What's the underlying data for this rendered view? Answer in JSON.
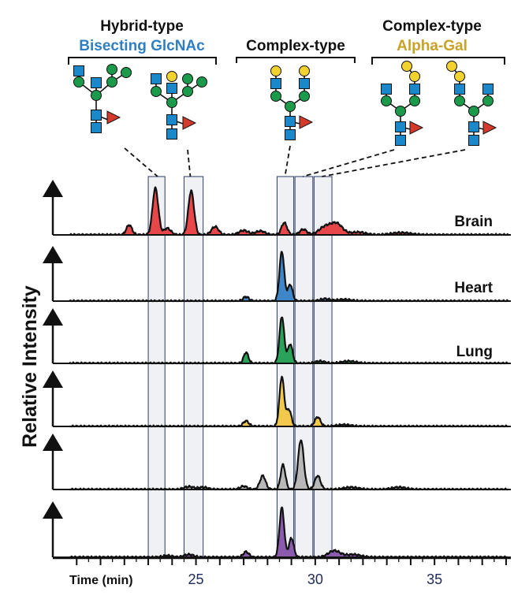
{
  "chart_data": {
    "type": "line",
    "ylabel": "Relative Intensity",
    "xlabel": "Time (min)",
    "xlim": [
      19.0,
      38.2
    ],
    "x_ticks": [
      25,
      30,
      35
    ],
    "highlight_windows": [
      [
        23.0,
        23.7
      ],
      [
        24.5,
        25.3
      ],
      [
        28.4,
        29.1
      ],
      [
        29.15,
        29.9
      ],
      [
        29.95,
        30.7
      ]
    ],
    "group_labels": [
      {
        "line1": "Hybrid-type",
        "line2": "Bisecting GlcNAc"
      },
      {
        "line1": "Complex-type",
        "line2": ""
      },
      {
        "line1": "Complex-type",
        "line2": "Alpha-Gal"
      }
    ],
    "series": [
      {
        "name": "Brain",
        "color": "#e8474a",
        "peaks": [
          [
            22.2,
            0.18,
            0.12
          ],
          [
            23.3,
            0.85,
            0.12
          ],
          [
            23.8,
            0.12,
            0.15
          ],
          [
            24.8,
            0.8,
            0.12
          ],
          [
            25.8,
            0.15,
            0.15
          ],
          [
            27.0,
            0.08,
            0.2
          ],
          [
            27.7,
            0.07,
            0.2
          ],
          [
            28.7,
            0.22,
            0.12
          ],
          [
            29.5,
            0.1,
            0.15
          ],
          [
            30.4,
            0.14,
            0.25
          ],
          [
            30.9,
            0.2,
            0.25
          ],
          [
            31.8,
            0.05,
            0.3
          ],
          [
            33.6,
            0.04,
            0.4
          ]
        ]
      },
      {
        "name": "Heart",
        "color": "#3e86c7",
        "peaks": [
          [
            27.1,
            0.08,
            0.12
          ],
          [
            28.6,
            0.9,
            0.1
          ],
          [
            28.95,
            0.3,
            0.1
          ],
          [
            30.4,
            0.04,
            0.2
          ],
          [
            31.2,
            0.03,
            0.3
          ]
        ]
      },
      {
        "name": "Lung",
        "color": "#2aa25a",
        "peaks": [
          [
            27.1,
            0.2,
            0.1
          ],
          [
            28.6,
            0.85,
            0.1
          ],
          [
            28.95,
            0.35,
            0.1
          ],
          [
            30.2,
            0.04,
            0.2
          ],
          [
            31.4,
            0.04,
            0.3
          ]
        ]
      },
      {
        "name": "",
        "color": "#f2c94c",
        "peaks": [
          [
            27.1,
            0.1,
            0.12
          ],
          [
            28.6,
            0.9,
            0.1
          ],
          [
            28.9,
            0.3,
            0.1
          ],
          [
            30.1,
            0.17,
            0.12
          ],
          [
            31.2,
            0.03,
            0.3
          ]
        ]
      },
      {
        "name": "",
        "color": "#b8b8b8",
        "peaks": [
          [
            24.7,
            0.05,
            0.2
          ],
          [
            25.3,
            0.04,
            0.2
          ],
          [
            27.0,
            0.06,
            0.15
          ],
          [
            27.8,
            0.25,
            0.12
          ],
          [
            28.65,
            0.45,
            0.1
          ],
          [
            29.4,
            0.9,
            0.12
          ],
          [
            30.1,
            0.25,
            0.12
          ],
          [
            31.5,
            0.04,
            0.3
          ],
          [
            33.5,
            0.04,
            0.3
          ]
        ]
      },
      {
        "name": "",
        "color": "#8b5cae",
        "peaks": [
          [
            23.8,
            0.03,
            0.2
          ],
          [
            24.7,
            0.05,
            0.2
          ],
          [
            27.1,
            0.1,
            0.12
          ],
          [
            28.6,
            0.9,
            0.1
          ],
          [
            29.0,
            0.35,
            0.1
          ],
          [
            30.8,
            0.12,
            0.25
          ],
          [
            31.6,
            0.05,
            0.3
          ]
        ]
      }
    ]
  }
}
